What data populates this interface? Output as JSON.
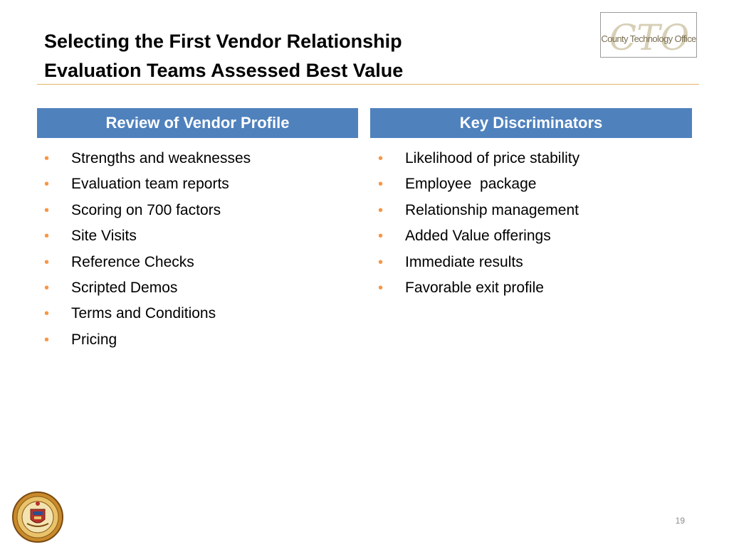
{
  "slide": {
    "title_line1": "Selecting the First Vendor Relationship",
    "title_line2": "Evaluation Teams Assessed Best Value",
    "page_number": "19",
    "logo_text": "County Technology Office",
    "logo_monogram": "CTO"
  },
  "left_panel": {
    "header": "Review of Vendor Profile",
    "items": [
      "Strengths and weaknesses",
      "Evaluation team reports",
      "Scoring on 700 factors",
      "Site Visits",
      "Reference Checks",
      "Scripted Demos",
      "Terms and Conditions",
      "Pricing"
    ]
  },
  "right_panel": {
    "header": "Key Discriminators",
    "items": [
      "Likelihood of price stability",
      "Employee  package",
      "Relationship management",
      "Added Value offerings",
      "Immediate results",
      "Favorable exit profile"
    ]
  },
  "colors": {
    "header_fill": "#4f81bd",
    "bullet": "#f79646",
    "rule": "#e0b46a"
  },
  "icons": {
    "bullet": "bullet-dot-icon",
    "seal": "county-seal-icon",
    "logo": "cto-logo-icon"
  }
}
